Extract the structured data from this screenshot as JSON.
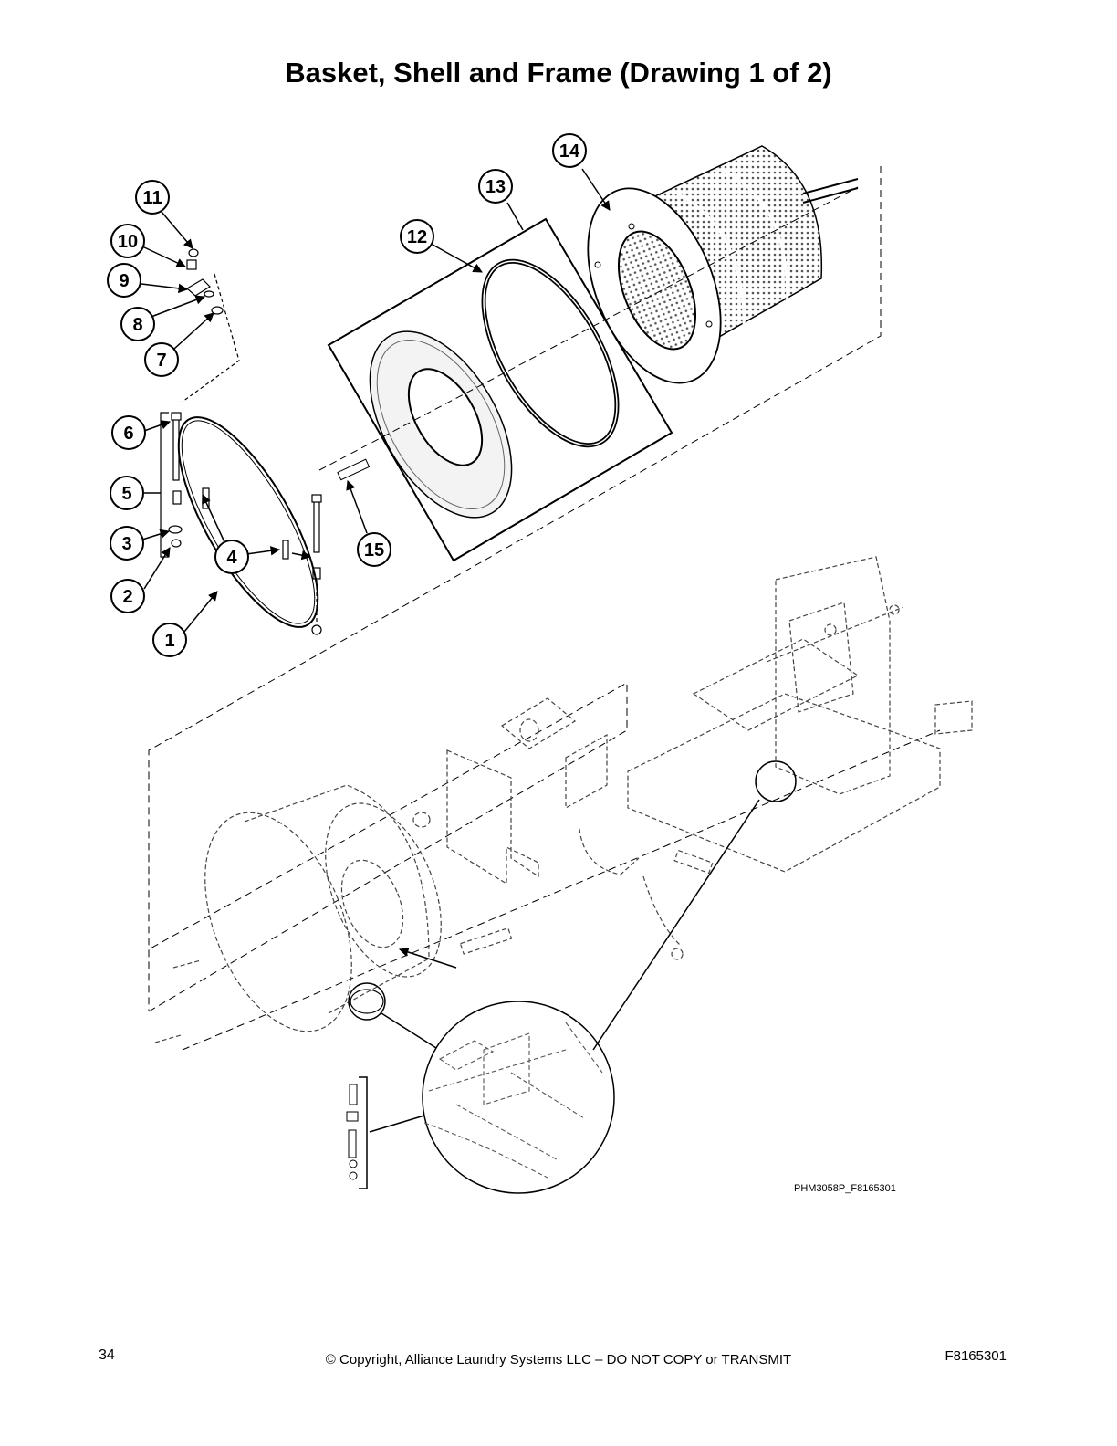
{
  "title": "Basket, Shell and Frame (Drawing 1 of 2)",
  "callouts": [
    "1",
    "2",
    "3",
    "4",
    "5",
    "6",
    "7",
    "8",
    "9",
    "10",
    "11",
    "12",
    "13",
    "14",
    "15"
  ],
  "drawing_code": "PHM3058P_F8165301",
  "footer": {
    "page_number": "34",
    "copyright": "© Copyright, Alliance Laundry Systems LLC – DO NOT COPY or TRANSMIT",
    "doc_code": "F8165301"
  }
}
